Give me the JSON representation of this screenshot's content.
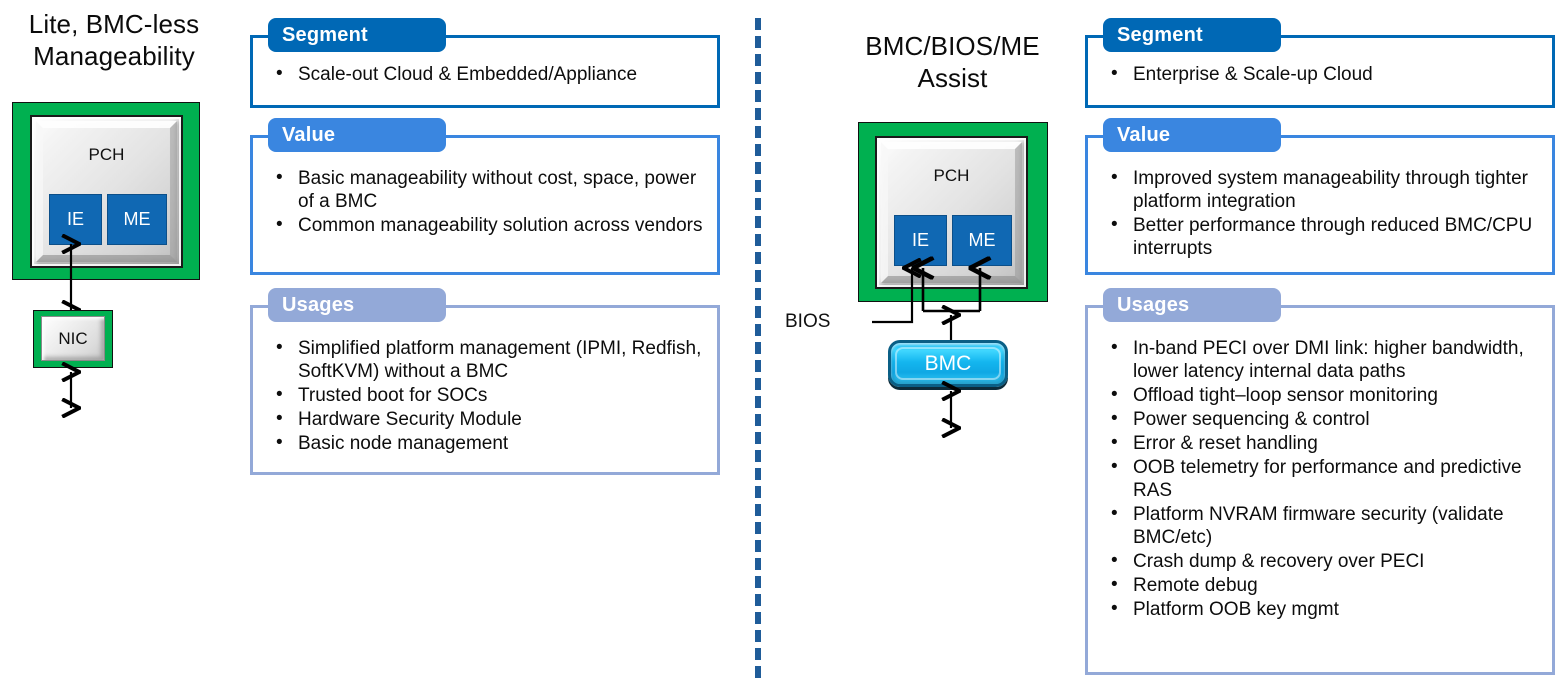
{
  "colors": {
    "segment_header": "#0068B5",
    "value_header": "#3A86E0",
    "usages_header": "#93A9D8",
    "green_frame": "#00B050",
    "unit_blue": "#1068B3",
    "bmc_cyan": "#1FBEF0",
    "divider_blue": "#1F5C99"
  },
  "left": {
    "title": "Lite, BMC-less Manageability",
    "diagram": {
      "pch_label": "PCH",
      "unit_ie": "IE",
      "unit_me": "ME",
      "nic_label": "NIC"
    },
    "boxes": [
      {
        "header": "Segment",
        "bullets": [
          "Scale-out Cloud & Embedded/Appliance"
        ]
      },
      {
        "header": "Value",
        "bullets": [
          "Basic manageability without cost, space, power of a BMC",
          "Common manageability solution across vendors"
        ]
      },
      {
        "header": "Usages",
        "bullets": [
          "Simplified platform management (IPMI, Redfish, SoftKVM) without a BMC",
          "Trusted boot for SOCs",
          "Hardware Security Module",
          "Basic node management"
        ]
      }
    ]
  },
  "right": {
    "title": "BMC/BIOS/ME Assist",
    "diagram": {
      "pch_label": "PCH",
      "unit_ie": "IE",
      "unit_me": "ME",
      "bmc_label": "BMC",
      "bios_label": "BIOS"
    },
    "boxes": [
      {
        "header": "Segment",
        "bullets": [
          "Enterprise & Scale-up Cloud"
        ]
      },
      {
        "header": "Value",
        "bullets": [
          "Improved system manageability through tighter platform integration",
          "Better performance through reduced BMC/CPU interrupts"
        ]
      },
      {
        "header": "Usages",
        "bullets": [
          "In-band PECI over DMI link: higher bandwidth, lower latency internal data paths",
          "Offload tight–loop sensor monitoring",
          "Power sequencing & control",
          "Error & reset handling",
          "OOB telemetry for performance and predictive RAS",
          "Platform NVRAM firmware security (validate BMC/etc)",
          "Crash dump & recovery over PECI",
          "Remote debug",
          "Platform OOB key mgmt"
        ]
      }
    ]
  }
}
